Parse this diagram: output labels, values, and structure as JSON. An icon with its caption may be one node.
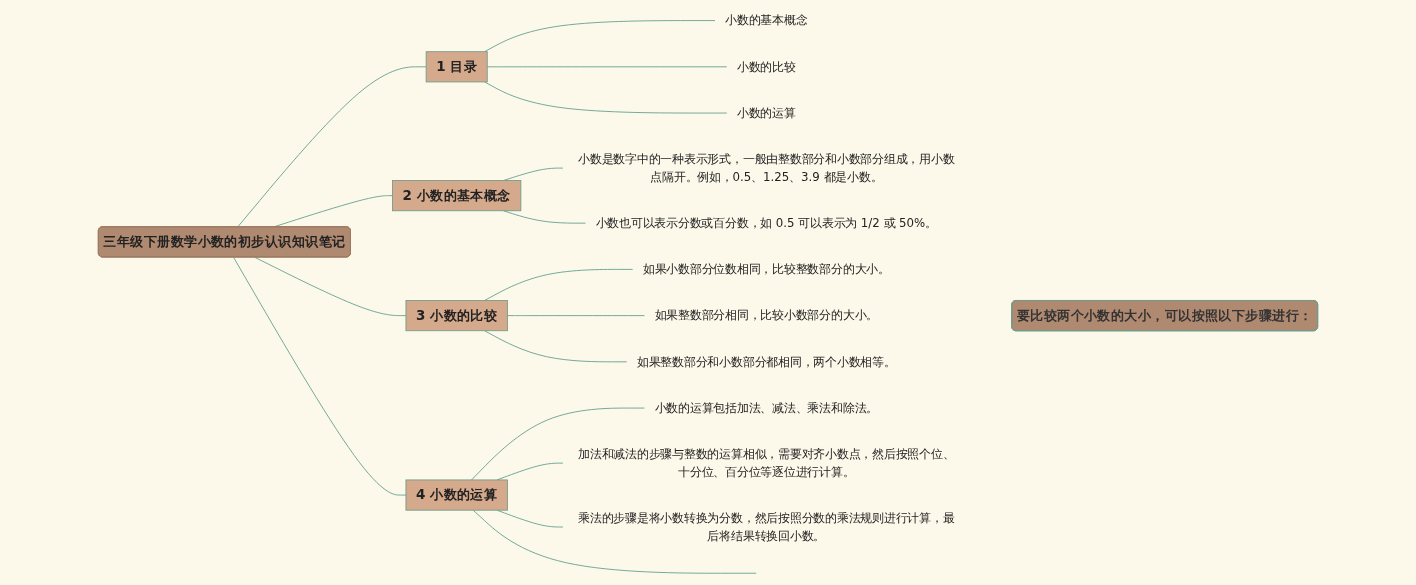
{
  "diagram": {
    "nodes": [
      {
        "text": [
          "三年级下册数学小数的初步认识知识笔记"
        ]
      },
      {
        "text": [
          "1 目录"
        ]
      },
      {
        "text": [
          "小数的基本概念"
        ]
      },
      {
        "text": [
          "小数的比较"
        ]
      },
      {
        "text": [
          "小数的运算"
        ]
      },
      {
        "text": [
          "2 小数的基本概念"
        ]
      },
      {
        "text": [
          "小数是数字中的一种表示形式，一般由整数部分和小数部分组成，用小数点隔开。例如，0.5、1.25、3.9 都是小数。"
        ]
      },
      {
        "text": [
          "小数也可以表示分数或百分数，如 0.5 可以表示为 1/2 或 50%。"
        ]
      },
      {
        "text": [
          "3 小数的比较"
        ]
      },
      {
        "text": [
          "如果小数部分位数相同，比较整数部分的大小。"
        ]
      },
      {
        "text": [
          "如果整数部分相同，比较小数部分的大小。"
        ]
      },
      {
        "text": [
          "如果整数部分和小数部分都相同，两个小数相等。"
        ]
      },
      {
        "text": [
          "要比较两个小数的大小，可以按照以下步骤进行："
        ]
      },
      {
        "text": [
          "4 小数的运算"
        ]
      },
      {
        "text": [
          "小数的运算包括加法、减法、乘法和除法。"
        ]
      },
      {
        "text": [
          "加法和减法的步骤与整数的运算相似，需要对齐小数点，然后按照个位、十分位、百分位等逐位进行计算。"
        ]
      },
      {
        "text": [
          "乘法的步骤是将小数转换为分数，然后按照分数的乘法规则进行计算，最后将结果转换回小数。"
        ]
      }
    ],
    "edges": [
      {
        "from": 0,
        "to": 1,
        "arrow": "none"
      },
      {
        "from": 1,
        "to": 2,
        "arrow": "none"
      },
      {
        "from": 1,
        "to": 3,
        "arrow": "none"
      },
      {
        "from": 1,
        "to": 4,
        "arrow": "none"
      },
      {
        "from": 0,
        "to": 5,
        "arrow": "none"
      },
      {
        "from": 5,
        "to": 6,
        "arrow": "none"
      },
      {
        "from": 5,
        "to": 7,
        "arrow": "none"
      },
      {
        "from": 0,
        "to": 8,
        "arrow": "none"
      },
      {
        "from": 8,
        "to": 9,
        "arrow": "none"
      },
      {
        "from": 8,
        "to": 10,
        "arrow": "none"
      },
      {
        "from": 8,
        "to": 11,
        "arrow": "none"
      },
      {
        "from": 0,
        "to": 13,
        "arrow": "none"
      },
      {
        "from": 13,
        "to": 14,
        "arrow": "none"
      },
      {
        "from": 13,
        "to": 15,
        "arrow": "none"
      },
      {
        "from": 13,
        "to": 16,
        "arrow": "none"
      },
      {
        "from": 13,
        "to": null,
        "arrow": "none"
      }
    ]
  }
}
